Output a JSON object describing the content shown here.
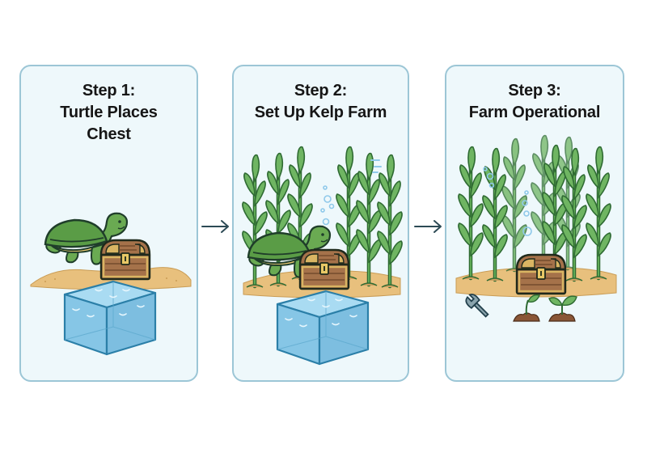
{
  "steps": [
    {
      "number_label": "Step 1:",
      "title_lines": [
        "Turtle Places",
        "Chest"
      ]
    },
    {
      "number_label": "Step 2:",
      "title_lines": [
        "Set Up Kelp Farm"
      ]
    },
    {
      "number_label": "Step 3:",
      "title_lines": [
        "Farm Operational"
      ]
    }
  ],
  "connectors": [
    "arrow-right",
    "arrow-right"
  ],
  "step3_icons": [
    "wrench-icon",
    "sprout-small-icon",
    "sprout-large-icon"
  ],
  "colors": {
    "card_bg": "#eef8fb",
    "card_border": "#9cc6d6",
    "turtle_shell": "#5a9c46",
    "turtle_skin": "#6aaa52",
    "outline": "#1f3d2a",
    "chest_wood": "#a5724a",
    "chest_trim": "#d9b563",
    "water": "#8ccbea",
    "sand": "#e8c07d",
    "kelp": "#5fa955",
    "bubble": "#8fc9ea",
    "arrow": "#2c4a55"
  }
}
